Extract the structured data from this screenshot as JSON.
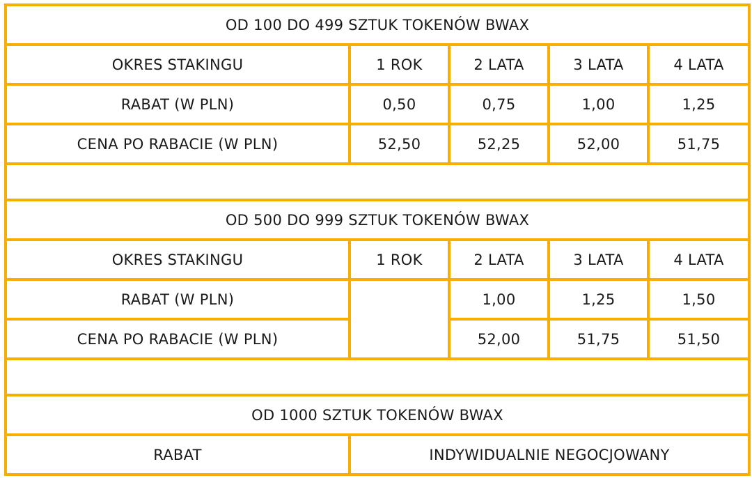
{
  "tier1": {
    "title": "OD 100 DO 499 SZTUK TOKENÓW BWAX",
    "header": {
      "label": "OKRES STAKINGU",
      "periods": [
        "1 ROK",
        "2 LATA",
        "3 LATA",
        "4 LATA"
      ]
    },
    "discount": {
      "label": "RABAT (W PLN)",
      "values": [
        "0,50",
        "0,75",
        "1,00",
        "1,25"
      ]
    },
    "price": {
      "label": "CENA PO RABACIE (W PLN)",
      "values": [
        "52,50",
        "52,25",
        "52,00",
        "51,75"
      ]
    }
  },
  "tier2": {
    "title": "OD 500 DO 999 SZTUK TOKENÓW BWAX",
    "header": {
      "label": "OKRES STAKINGU",
      "periods": [
        "1 ROK",
        "2 LATA",
        "3 LATA",
        "4 LATA"
      ]
    },
    "discount": {
      "label": "RABAT (W PLN)",
      "values": [
        "1,00",
        "1,25",
        "1,50"
      ]
    },
    "price": {
      "label": "CENA PO RABACIE (W PLN)",
      "values": [
        "52,00",
        "51,75",
        "51,50"
      ]
    }
  },
  "tier3": {
    "title": "OD 1000 SZTUK TOKENÓW BWAX",
    "discount": {
      "label": "RABAT",
      "value": "INDYWIDUALNIE NEGOCJOWANY"
    }
  },
  "colors": {
    "border": "#F7AE00",
    "text": "#1a1a1a",
    "background": "#ffffff"
  }
}
